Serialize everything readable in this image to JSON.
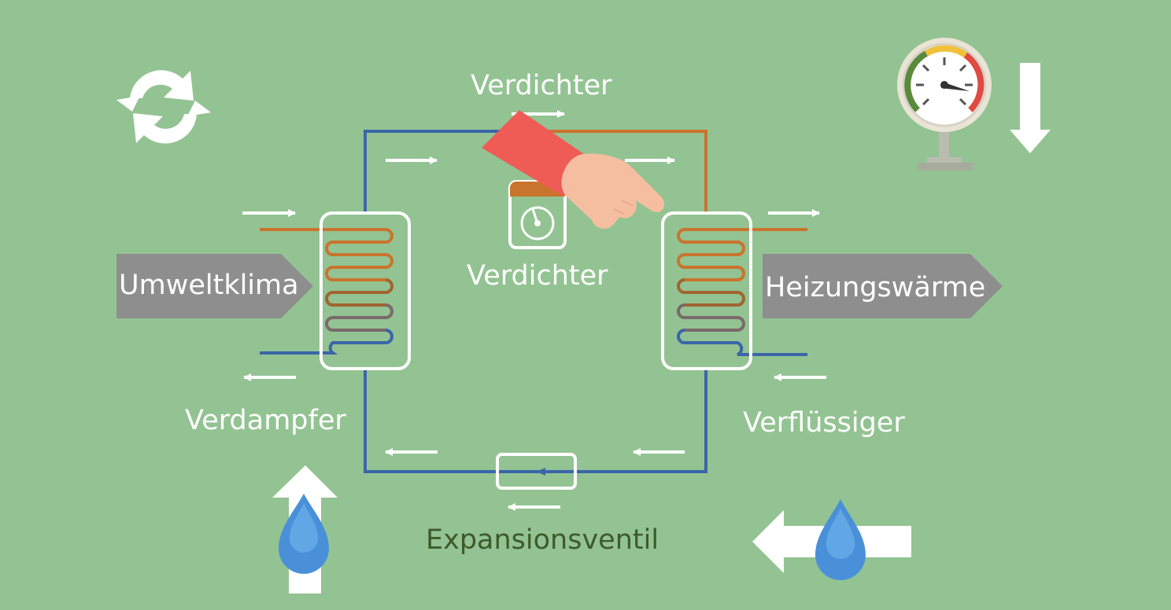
{
  "labels": {
    "compressor_top": "Verdichter",
    "compressor": "Verdichter",
    "evaporator": "Verdampfer",
    "condenser": "Verflüssiger",
    "expansion_valve": "Expansionsventil",
    "environment": "Umweltklima",
    "heating": "Heizungswärme"
  },
  "icons": {
    "cycle": "cycle-arrows-icon",
    "gauge": "pressure-gauge-icon",
    "pointer": "pointing-hand-icon",
    "water_left": "water-drop-icon",
    "water_right": "water-drop-icon"
  },
  "colors": {
    "background": "#93c392",
    "pipe_cold": "#3a66a8",
    "pipe_hot": "#c9742d",
    "coil_mid": "#8a6a55",
    "block_arrow": "#8e8e8e",
    "line": "#ffffff",
    "label_dark": "#3e5a2a",
    "sleeve": "#ef5b55",
    "skin": "#f5bea0",
    "drop": "#4a90d9",
    "gauge_green": "#5a8a3c",
    "gauge_yellow": "#f2c13a",
    "gauge_red": "#e04a43"
  }
}
